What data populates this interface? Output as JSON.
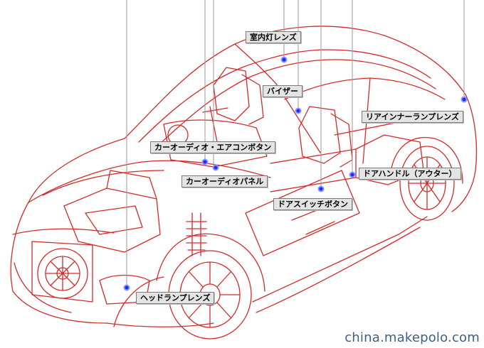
{
  "callouts": [
    {
      "id": "interior-light-lens",
      "label": "室内灯レンズ"
    },
    {
      "id": "visor",
      "label": "バイザー"
    },
    {
      "id": "rear-inner-lamp-lens",
      "label": "リアインナーランプレンズ"
    },
    {
      "id": "car-audio-ac-button",
      "label": "カーオーディオ・エアコンボタン"
    },
    {
      "id": "car-audio-panel",
      "label": "カーオーディオパネル"
    },
    {
      "id": "door-handle-outer",
      "label": "ドアハンドル（アウター）"
    },
    {
      "id": "door-switch-button",
      "label": "ドアスイッチボタン"
    },
    {
      "id": "headlamp-lens",
      "label": "ヘッドランプレンズ"
    }
  ],
  "watermark": "china.makepolo.com",
  "colors": {
    "outline": "#d42a2a",
    "leader": "#9a9a9a",
    "marker": "#1a2cff",
    "label_bg": "#e4e4e4",
    "watermark": "#3f5f86"
  }
}
